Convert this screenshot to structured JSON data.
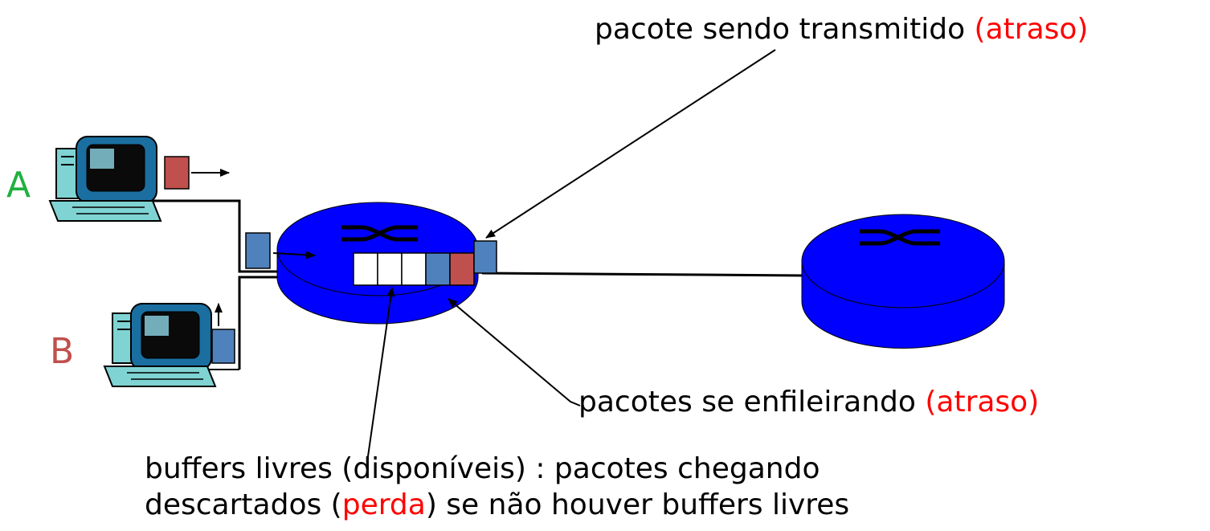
{
  "labels": {
    "host_a": "A",
    "host_b": "B"
  },
  "annotations": {
    "transmitting": {
      "text": "pacote sendo transmitido",
      "tag": "(atraso)"
    },
    "queueing": {
      "text": "pacotes se enfileirando",
      "tag": "(atraso)"
    },
    "free_buffers_line1": "buffers livres (disponíveis) : pacotes chegando",
    "free_buffers_line2_a": "descartados (",
    "free_buffers_line2_tag": "perda",
    "free_buffers_line2_b": ") se não houver buffers livres"
  },
  "colors": {
    "router": "#0000ff",
    "packet_blue": "#4f81bd",
    "packet_red": "#c0504d",
    "highlight_red": "#ff0000",
    "label_a": "#20b040",
    "label_b": "#c0504d"
  },
  "queue": {
    "free_slots": 3,
    "queued_packets": 2
  }
}
